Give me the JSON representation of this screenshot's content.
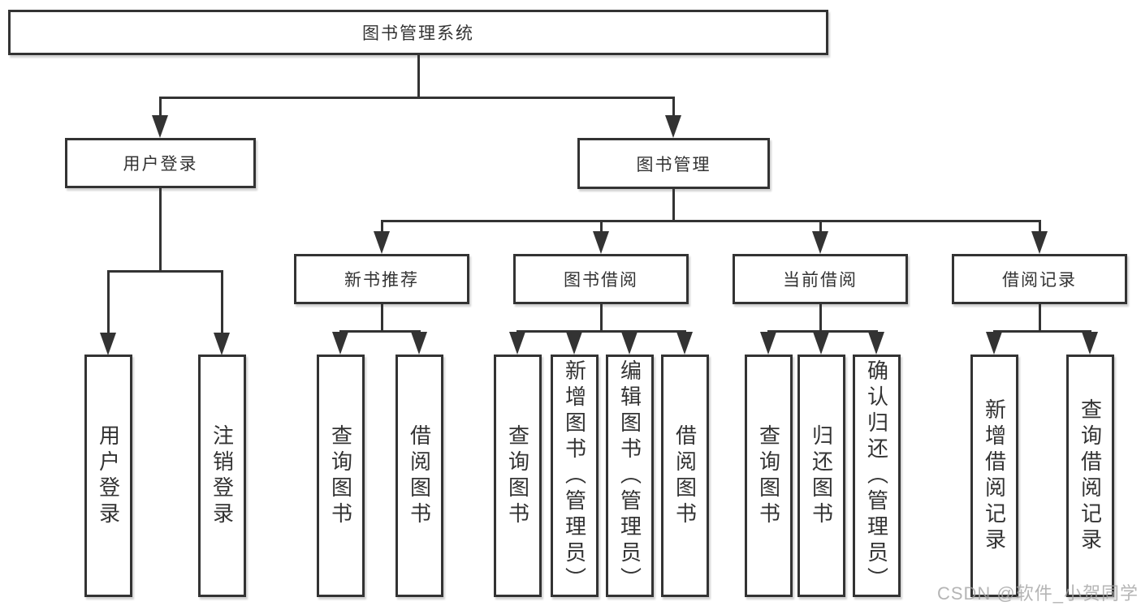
{
  "diagram_type": "tree",
  "tree": {
    "label": "图书管理系统",
    "children": [
      {
        "label": "用户登录",
        "children": [
          {
            "label": "用户登录"
          },
          {
            "label": "注销登录"
          }
        ]
      },
      {
        "label": "图书管理",
        "children": [
          {
            "label": "新书推荐",
            "children": [
              {
                "label": "查询图书"
              },
              {
                "label": "借阅图书"
              }
            ]
          },
          {
            "label": "图书借阅",
            "children": [
              {
                "label": "查询图书"
              },
              {
                "label": "新增图书（管理员）"
              },
              {
                "label": "编辑图书（管理员）"
              },
              {
                "label": "借阅图书"
              }
            ]
          },
          {
            "label": "当前借阅",
            "children": [
              {
                "label": "查询图书"
              },
              {
                "label": "归还图书"
              },
              {
                "label": "确认归还（管理员）"
              }
            ]
          },
          {
            "label": "借阅记录",
            "children": [
              {
                "label": "新增借阅记录"
              },
              {
                "label": "查询借阅记录"
              }
            ]
          }
        ]
      }
    ]
  },
  "colors": {
    "stroke": "#333333",
    "node_background": "#ffffff",
    "page_background": "#ffffff",
    "watermark": "#a3a3a3"
  },
  "watermark": {
    "text": "CSDN @软件_小贺同学"
  }
}
